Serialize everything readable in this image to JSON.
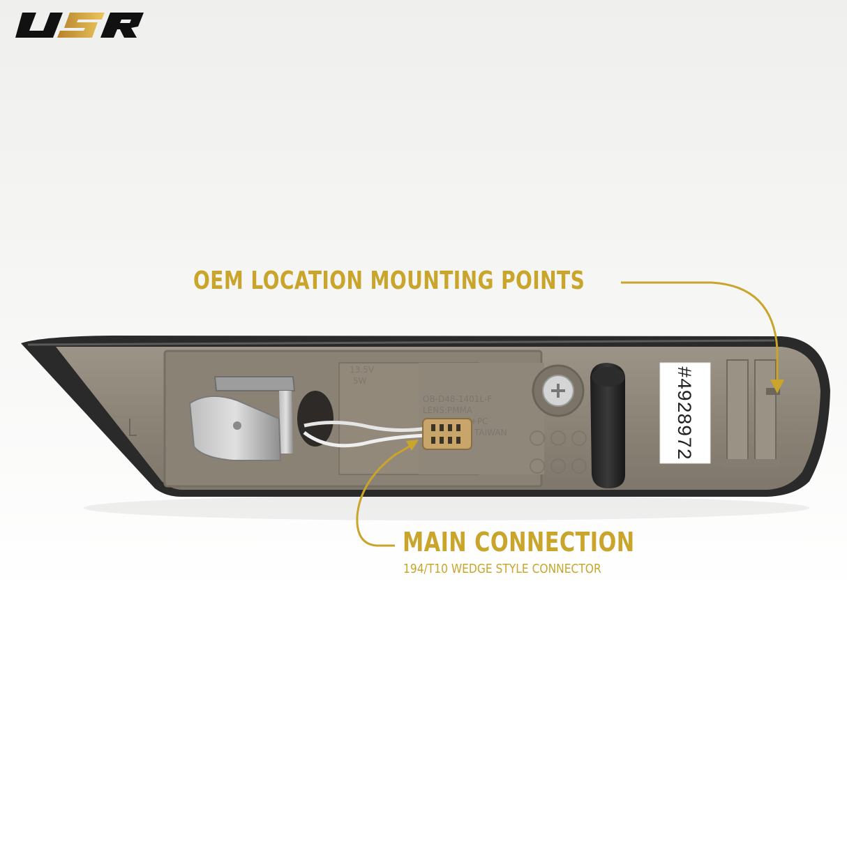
{
  "brand": {
    "logo_text": "USR",
    "logo_gradient": [
      "#c08a2a",
      "#e8c25a"
    ],
    "logo_dark": "#111111"
  },
  "callouts": {
    "oem": {
      "title": "OEM LOCATION MOUNTING POINTS"
    },
    "main": {
      "title": "MAIN CONNECTION",
      "subtitle": "194/T10 WEDGE STYLE CONNECTOR"
    }
  },
  "part": {
    "sticker_label": "#4928972",
    "molded_text": [
      "13.5V",
      "5W",
      "OB-D48-1401L-F",
      "LENS:PMMA",
      "ABS+PC",
      "TAIWAN"
    ]
  },
  "colors": {
    "accent": "#c9a52c",
    "housing": "#8f877a",
    "lens": "#2b2b2b"
  }
}
